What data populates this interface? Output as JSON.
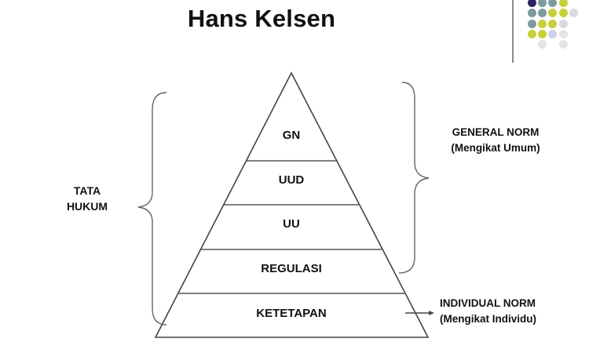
{
  "header": {
    "title_line1_cut": "",
    "title_line2": "Hans Kelsen"
  },
  "decoration": {
    "dot_colors": {
      "navy": "#2e2360",
      "teal": "#7d9aa0",
      "lime": "#c8cf3a",
      "light": "#d8dbe0",
      "lavender": "#cfd0ea"
    }
  },
  "pyramid": {
    "tiers": [
      {
        "label": "GN"
      },
      {
        "label": "UUD"
      },
      {
        "label": "UU"
      },
      {
        "label": "REGULASI"
      },
      {
        "label": "KETETAPAN"
      }
    ]
  },
  "left_bracket": {
    "label_line1": "TATA",
    "label_line2": "HUKUM"
  },
  "right_bracket": {
    "label_line1": "GENERAL NORM",
    "label_line2": "(Mengikat Umum)"
  },
  "arrow_note": {
    "label_line1": "INDIVIDUAL NORM",
    "label_line2": "(Mengikat Individu)"
  }
}
